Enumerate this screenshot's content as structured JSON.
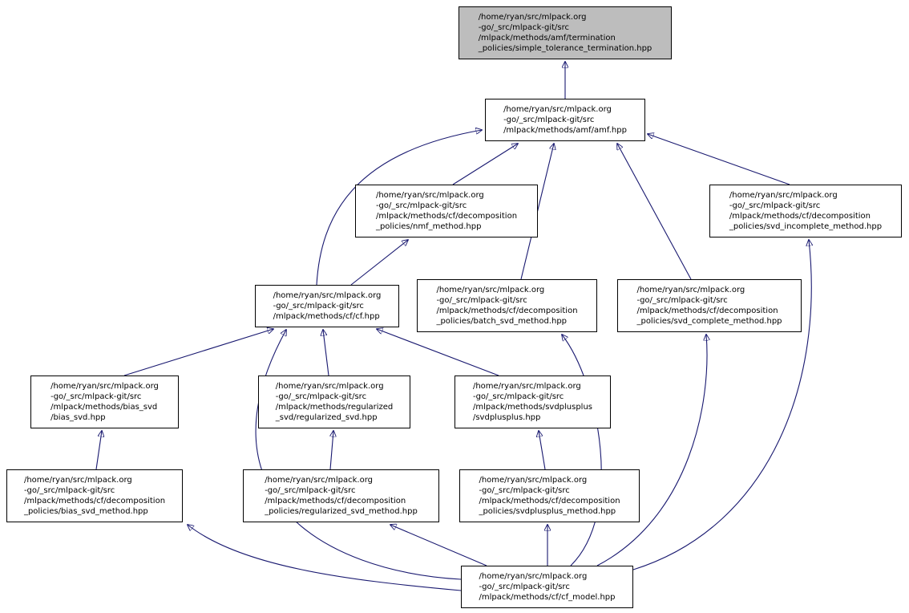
{
  "diagram": {
    "colors": {
      "edge": "#191970",
      "node_fill": "#ffffff",
      "node_border": "#000000",
      "root_fill": "#bdbdbd",
      "background": "#ffffff"
    },
    "nodes": [
      {
        "id": "simple-tolerance-termination",
        "is_root": true,
        "lines": [
          "/home/ryan/src/mlpack.org",
          "-go/_src/mlpack-git/src",
          "/mlpack/methods/amf/termination",
          "_policies/simple_tolerance_termination.hpp"
        ]
      },
      {
        "id": "amf",
        "is_root": false,
        "lines": [
          "/home/ryan/src/mlpack.org",
          "-go/_src/mlpack-git/src",
          "/mlpack/methods/amf/amf.hpp"
        ]
      },
      {
        "id": "nmf-method",
        "is_root": false,
        "lines": [
          "/home/ryan/src/mlpack.org",
          "-go/_src/mlpack-git/src",
          "/mlpack/methods/cf/decomposition",
          "_policies/nmf_method.hpp"
        ]
      },
      {
        "id": "svd-incomplete-method",
        "is_root": false,
        "lines": [
          "/home/ryan/src/mlpack.org",
          "-go/_src/mlpack-git/src",
          "/mlpack/methods/cf/decomposition",
          "_policies/svd_incomplete_method.hpp"
        ]
      },
      {
        "id": "cf",
        "is_root": false,
        "lines": [
          "/home/ryan/src/mlpack.org",
          "-go/_src/mlpack-git/src",
          "/mlpack/methods/cf/cf.hpp"
        ]
      },
      {
        "id": "batch-svd-method",
        "is_root": false,
        "lines": [
          "/home/ryan/src/mlpack.org",
          "-go/_src/mlpack-git/src",
          "/mlpack/methods/cf/decomposition",
          "_policies/batch_svd_method.hpp"
        ]
      },
      {
        "id": "svd-complete-method",
        "is_root": false,
        "lines": [
          "/home/ryan/src/mlpack.org",
          "-go/_src/mlpack-git/src",
          "/mlpack/methods/cf/decomposition",
          "_policies/svd_complete_method.hpp"
        ]
      },
      {
        "id": "bias-svd",
        "is_root": false,
        "lines": [
          "/home/ryan/src/mlpack.org",
          "-go/_src/mlpack-git/src",
          "/mlpack/methods/bias_svd",
          "/bias_svd.hpp"
        ]
      },
      {
        "id": "regularized-svd",
        "is_root": false,
        "lines": [
          "/home/ryan/src/mlpack.org",
          "-go/_src/mlpack-git/src",
          "/mlpack/methods/regularized",
          "_svd/regularized_svd.hpp"
        ]
      },
      {
        "id": "svdplusplus",
        "is_root": false,
        "lines": [
          "/home/ryan/src/mlpack.org",
          "-go/_src/mlpack-git/src",
          "/mlpack/methods/svdplusplus",
          "/svdplusplus.hpp"
        ]
      },
      {
        "id": "bias-svd-method",
        "is_root": false,
        "lines": [
          "/home/ryan/src/mlpack.org",
          "-go/_src/mlpack-git/src",
          "/mlpack/methods/cf/decomposition",
          "_policies/bias_svd_method.hpp"
        ]
      },
      {
        "id": "regularized-svd-method",
        "is_root": false,
        "lines": [
          "/home/ryan/src/mlpack.org",
          "-go/_src/mlpack-git/src",
          "/mlpack/methods/cf/decomposition",
          "_policies/regularized_svd_method.hpp"
        ]
      },
      {
        "id": "svdplusplus-method",
        "is_root": false,
        "lines": [
          "/home/ryan/src/mlpack.org",
          "-go/_src/mlpack-git/src",
          "/mlpack/methods/cf/decomposition",
          "_policies/svdplusplus_method.hpp"
        ]
      },
      {
        "id": "cf-model",
        "is_root": false,
        "lines": [
          "/home/ryan/src/mlpack.org",
          "-go/_src/mlpack-git/src",
          "/mlpack/methods/cf/cf_model.hpp"
        ]
      }
    ],
    "edges": [
      {
        "from": "amf",
        "to": "simple-tolerance-termination"
      },
      {
        "from": "nmf-method",
        "to": "amf"
      },
      {
        "from": "cf",
        "to": "amf"
      },
      {
        "from": "batch-svd-method",
        "to": "amf"
      },
      {
        "from": "svd-complete-method",
        "to": "amf"
      },
      {
        "from": "svd-incomplete-method",
        "to": "amf"
      },
      {
        "from": "cf",
        "to": "nmf-method"
      },
      {
        "from": "bias-svd",
        "to": "cf"
      },
      {
        "from": "regularized-svd",
        "to": "cf"
      },
      {
        "from": "svdplusplus",
        "to": "cf"
      },
      {
        "from": "cf-model",
        "to": "cf"
      },
      {
        "from": "bias-svd-method",
        "to": "bias-svd"
      },
      {
        "from": "regularized-svd-method",
        "to": "regularized-svd"
      },
      {
        "from": "svdplusplus-method",
        "to": "svdplusplus"
      },
      {
        "from": "cf-model",
        "to": "bias-svd-method"
      },
      {
        "from": "cf-model",
        "to": "regularized-svd-method"
      },
      {
        "from": "cf-model",
        "to": "svdplusplus-method"
      },
      {
        "from": "cf-model",
        "to": "batch-svd-method"
      },
      {
        "from": "cf-model",
        "to": "svd-complete-method"
      },
      {
        "from": "cf-model",
        "to": "svd-incomplete-method"
      }
    ]
  }
}
